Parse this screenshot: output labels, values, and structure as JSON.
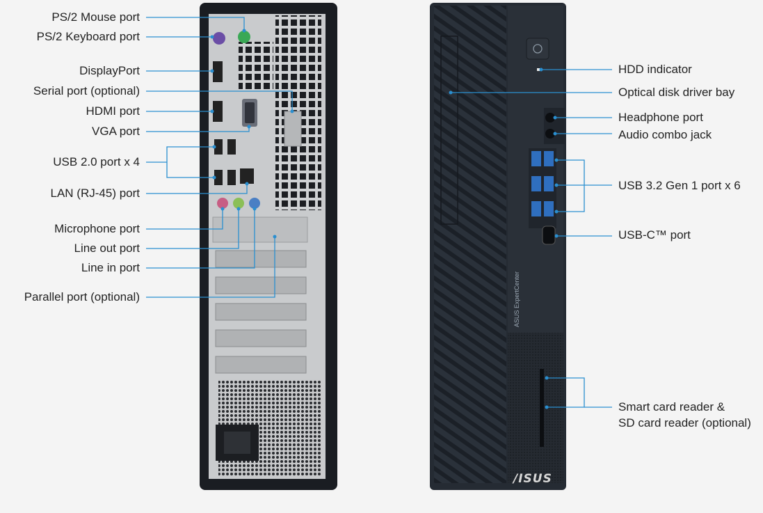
{
  "left_labels": [
    {
      "id": "ps2-mouse",
      "text": "PS/2 Mouse port"
    },
    {
      "id": "ps2-keyboard",
      "text": "PS/2 Keyboard port"
    },
    {
      "id": "displayport",
      "text": "DisplayPort"
    },
    {
      "id": "serial",
      "text": "Serial port (optional)"
    },
    {
      "id": "hdmi",
      "text": "HDMI port"
    },
    {
      "id": "vga",
      "text": "VGA port"
    },
    {
      "id": "usb20",
      "text": "USB 2.0 port x 4"
    },
    {
      "id": "lan",
      "text": "LAN (RJ-45) port"
    },
    {
      "id": "mic",
      "text": "Microphone port"
    },
    {
      "id": "lineout",
      "text": "Line out port"
    },
    {
      "id": "linein",
      "text": "Line in port"
    },
    {
      "id": "parallel",
      "text": "Parallel port (optional)"
    }
  ],
  "right_labels": [
    {
      "id": "hdd",
      "text": "HDD indicator"
    },
    {
      "id": "odd",
      "text": "Optical disk driver bay"
    },
    {
      "id": "headphone",
      "text": "Headphone port"
    },
    {
      "id": "audio",
      "text": "Audio combo jack"
    },
    {
      "id": "usb32",
      "text": "USB 3.2 Gen 1 port x 6"
    },
    {
      "id": "usbc",
      "text": "USB-C™ port"
    },
    {
      "id": "smartcard1",
      "text": "Smart card reader  &"
    },
    {
      "id": "smartcard2",
      "text": "SD card reader (optional)"
    }
  ],
  "brand": {
    "logo": "/ISUS",
    "side_text": "ASUS ExpertCenter"
  },
  "colors": {
    "leader": "#2a8fd0",
    "chassis": "#1a1d22",
    "panel": "#c9cbcd",
    "front": "#252b33"
  }
}
